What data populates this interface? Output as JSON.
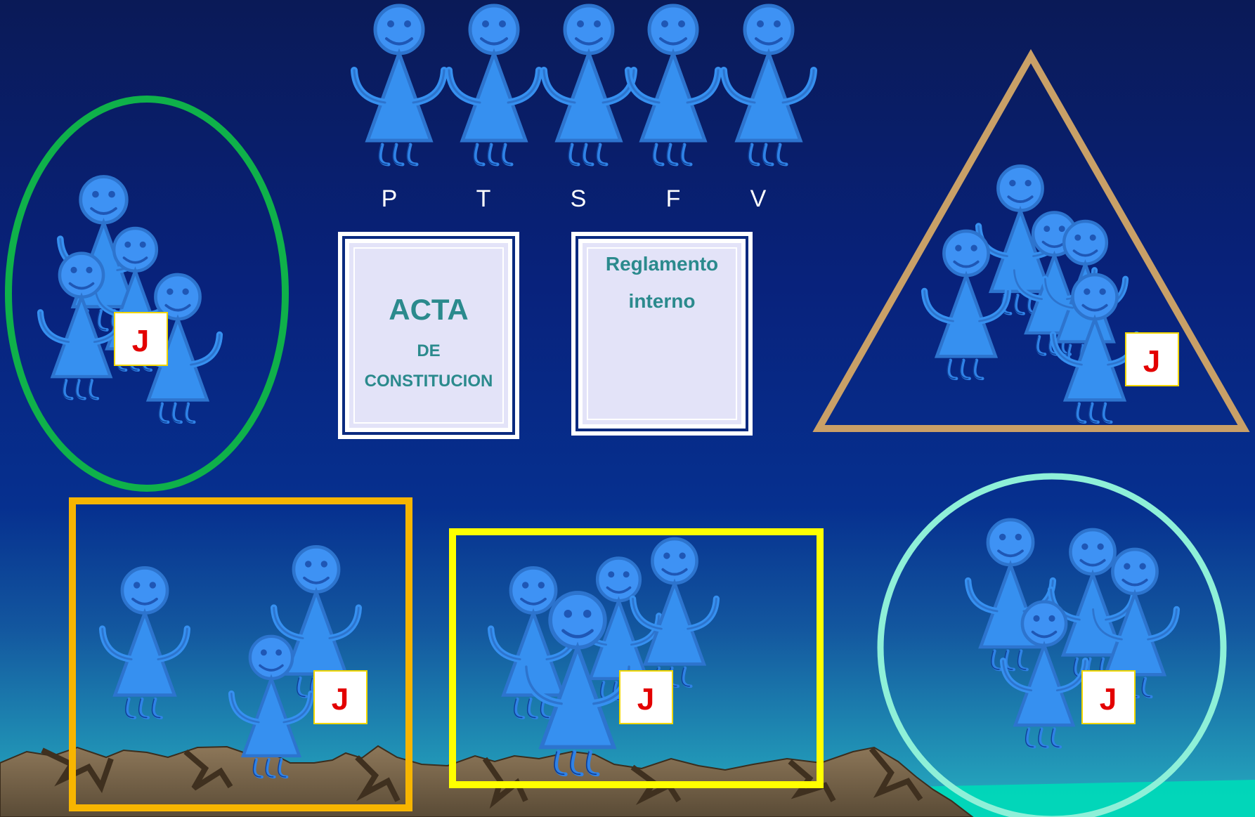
{
  "top_row": {
    "labels": [
      "P",
      "T",
      "S",
      "F",
      "V"
    ]
  },
  "documents": {
    "acta": {
      "title": "ACTA",
      "line2": "DE",
      "line3": "CONSTITUCION"
    },
    "reglamento": {
      "line1": "Reglamento",
      "line2": "interno"
    }
  },
  "badges": {
    "j_label": "J"
  },
  "colors": {
    "background_top": "#0b1f61",
    "background_bottom": "#25a6bb",
    "figure_fill": "#3690f0",
    "figure_outline": "#2a74d0",
    "green_ellipse": "#0fb14a",
    "tan_triangle": "#c9a067",
    "orange_rect": "#f7b500",
    "yellow_rect": "#ffff00",
    "aqua_circle": "#8ef0d8",
    "doc_text": "#2b8a8d",
    "badge_text": "#e30000",
    "badge_border": "#f2d600"
  }
}
